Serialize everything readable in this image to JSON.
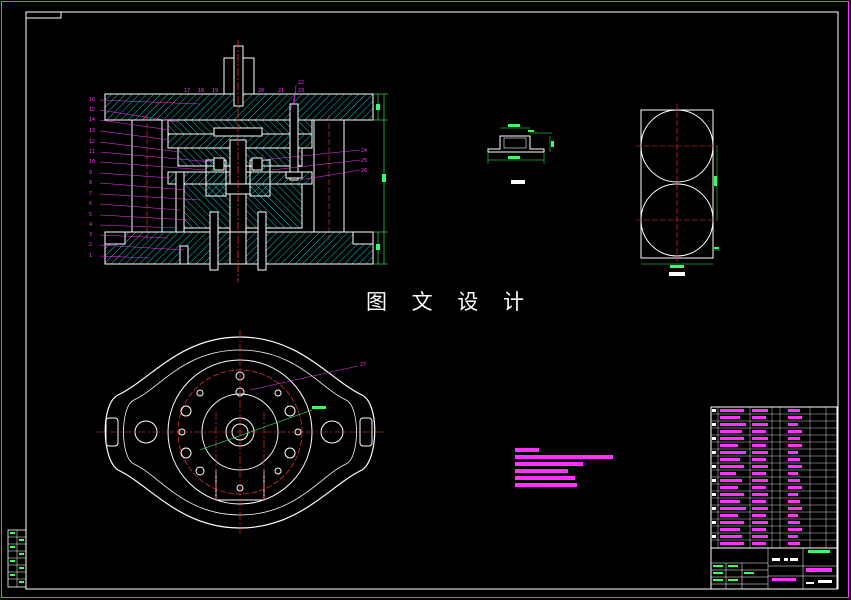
{
  "watermark": "图 文 设 计",
  "left_part_numbers": [
    "16",
    "15",
    "14",
    "13",
    "12",
    "11",
    "10",
    "9",
    "8",
    "7",
    "6",
    "5",
    "4",
    "3",
    "2",
    "1"
  ],
  "top_part_numbers": [
    "17",
    "18",
    "19",
    "20",
    "21",
    "22",
    "23"
  ],
  "right_part_numbers": [
    "24",
    "25",
    "26"
  ],
  "plan_view_label": "27",
  "colors": {
    "background": "#000000",
    "outline": "#ffffff",
    "hatch": "#00c8c8",
    "center_line": "#ff3030",
    "annotation": "#ff33ff",
    "dimension": "#33ff66",
    "frame": "#ff33ff"
  }
}
